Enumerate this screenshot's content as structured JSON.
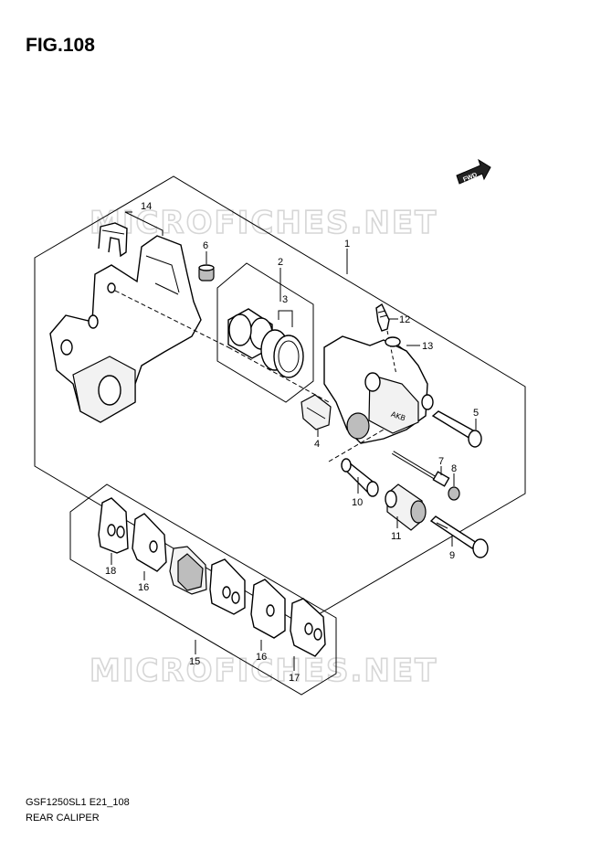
{
  "figure": {
    "title": "FIG.108"
  },
  "watermarks": [
    "MICROFICHES.NET",
    "MICROFICHES.NET"
  ],
  "fwd_label": "FWD",
  "callouts": {
    "c1": "1",
    "c2": "2",
    "c3": "3",
    "c4": "4",
    "c5": "5",
    "c6": "6",
    "c7": "7",
    "c8": "8",
    "c9": "9",
    "c10": "10",
    "c11": "11",
    "c12": "12",
    "c13": "13",
    "c14": "14",
    "c15": "15",
    "c16a": "16",
    "c16b": "16",
    "c17": "17",
    "c18": "18"
  },
  "footer": {
    "code": "GSF1250SL1 E21_108",
    "name": "REAR CALIPER"
  },
  "icons": {
    "fwd": "fwd-arrow-icon"
  }
}
